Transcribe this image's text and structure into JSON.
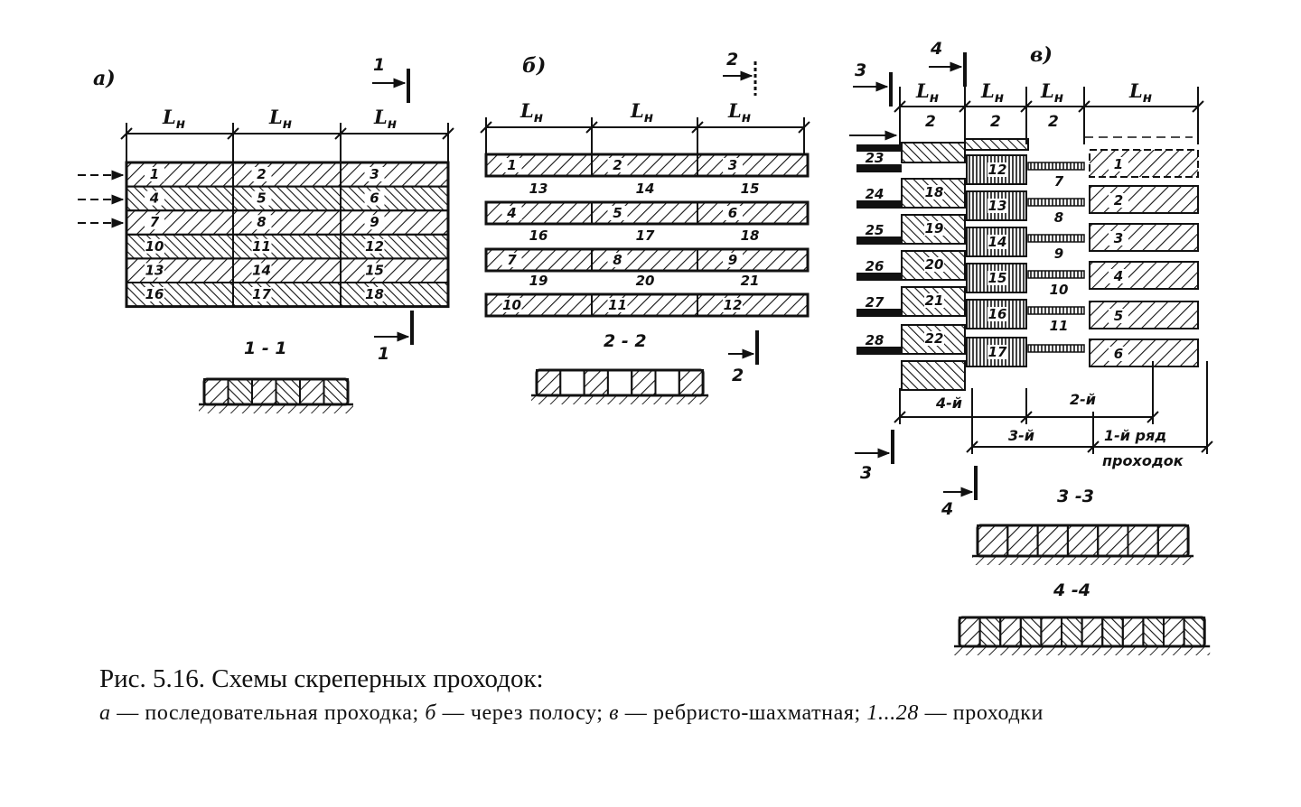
{
  "figure": {
    "caption_title": "Рис.  5.16. Схемы скреперных проходок:",
    "caption_parts": [
      {
        "key": "a",
        "text": "а",
        "italic": true
      },
      {
        "key": "a_desc",
        "text": " — последовательная  проходка;  ",
        "italic": false
      },
      {
        "key": "b",
        "text": "б",
        "italic": true
      },
      {
        "key": "b_desc",
        "text": " — через  полосу;  ",
        "italic": false
      },
      {
        "key": "v",
        "text": "в",
        "italic": true
      },
      {
        "key": "v_desc",
        "text": " — ребристо-шахматная;  ",
        "italic": false
      },
      {
        "key": "range",
        "text": "1...28",
        "italic": true
      },
      {
        "key": "range_desc",
        "text": " — проходки",
        "italic": false
      }
    ]
  },
  "panel_a": {
    "label": "а)",
    "span_label": "L",
    "span_sub": "н",
    "numbers": [
      "1",
      "2",
      "3",
      "4",
      "5",
      "6",
      "7",
      "8",
      "9",
      "10",
      "11",
      "12",
      "13",
      "14",
      "15",
      "16",
      "17",
      "18"
    ],
    "section_top": "1",
    "section_bottom": "1",
    "section_title": "1 - 1"
  },
  "panel_b": {
    "label": "б)",
    "span_label": "L",
    "span_sub": "н",
    "strip_numbers": [
      "1",
      "2",
      "3",
      "4",
      "5",
      "6",
      "7",
      "8",
      "9",
      "10",
      "11",
      "12"
    ],
    "gap_numbers": [
      "13",
      "14",
      "15",
      "16",
      "17",
      "18",
      "19",
      "20",
      "21"
    ],
    "section_top": "2",
    "section_bottom": "2",
    "section_title": "2 - 2"
  },
  "panel_v": {
    "label": "в)",
    "span_label": "L",
    "span_sub": "н",
    "half_label": "2",
    "left_numbers": [
      "23",
      "24",
      "25",
      "26",
      "27",
      "28"
    ],
    "fourth_row_numbers": [
      "18",
      "19",
      "20",
      "21",
      "22"
    ],
    "third_row_numbers": [
      "12",
      "13",
      "14",
      "15",
      "16",
      "17"
    ],
    "gap_numbers": [
      "7",
      "8",
      "9",
      "10",
      "11"
    ],
    "first_row_numbers": [
      "1",
      "2",
      "3",
      "4",
      "5",
      "6"
    ],
    "row_labels": [
      "4-й",
      "3-й",
      "2-й",
      "1-й ряд"
    ],
    "row_label_tail": "проходок",
    "section3_top": "3",
    "section3_bottom": "3",
    "section4_top": "4",
    "section4_bottom": "4",
    "section3_title": "3 -3",
    "section4_title": "4 -4"
  }
}
